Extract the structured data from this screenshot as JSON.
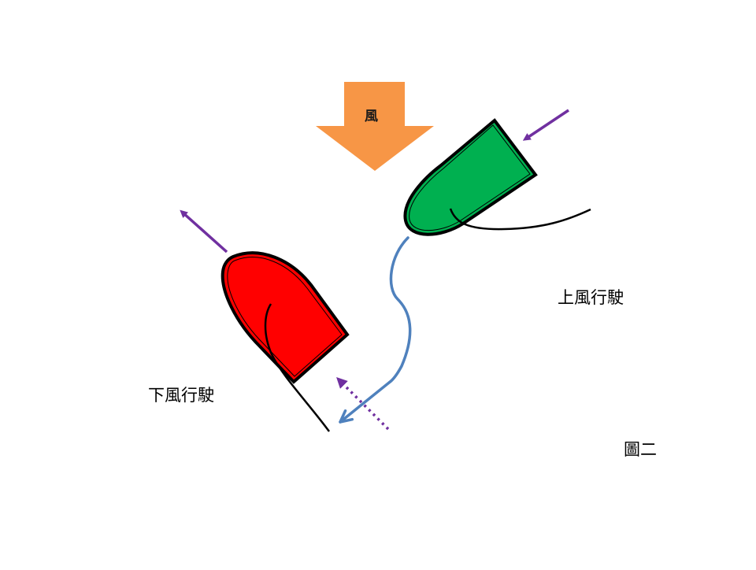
{
  "diagram": {
    "figure_label": "圖二",
    "wind": {
      "label": "風",
      "color": "#f79646",
      "direction": "down"
    },
    "boats": [
      {
        "id": "windward",
        "label": "上風行駛",
        "hull_color": "#00b050",
        "outline_color": "#000000"
      },
      {
        "id": "leeward",
        "label": "下風行駛",
        "hull_color": "#ff0000",
        "outline_color": "#000000"
      }
    ],
    "arrows": {
      "heading_color": "#7030a0",
      "course_color": "#4f81bd"
    }
  }
}
